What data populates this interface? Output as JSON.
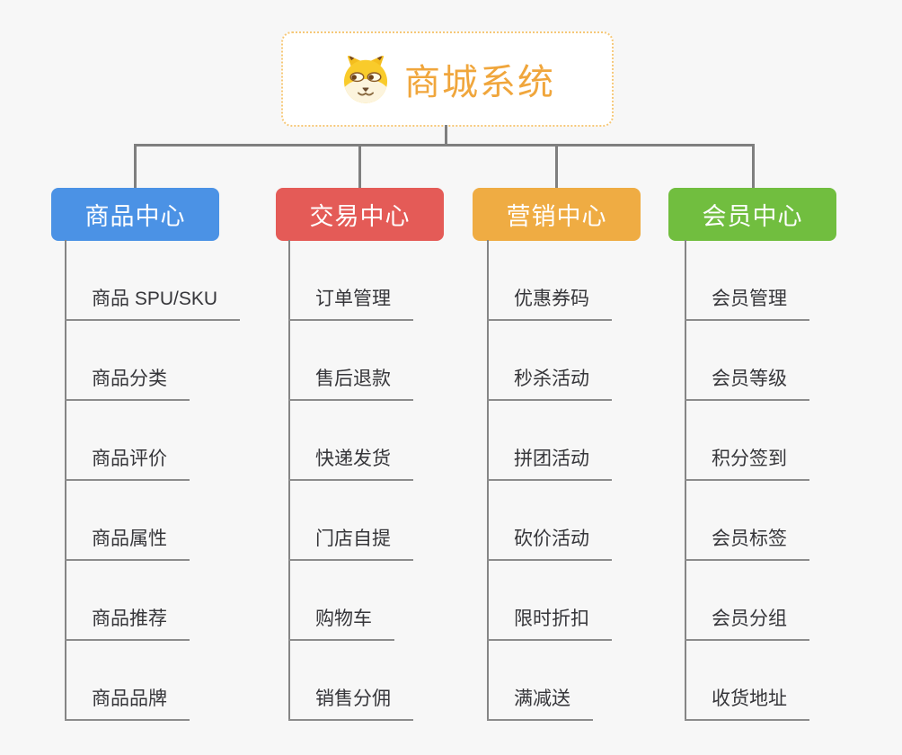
{
  "page": {
    "background_color": "#f7f7f7",
    "connector_color": "#7f7f7f"
  },
  "root": {
    "label": "商城系统",
    "icon": "shiba-dog-icon",
    "text_color": "#f0a63c",
    "border_color": "#f6c878",
    "background_color": "#ffffff"
  },
  "branches": [
    {
      "label": "商品中心",
      "color": "#4b92e5",
      "children": [
        "商品 SPU/SKU",
        "商品分类",
        "商品评价",
        "商品属性",
        "商品推荐",
        "商品品牌"
      ]
    },
    {
      "label": "交易中心",
      "color": "#e45b57",
      "children": [
        "订单管理",
        "售后退款",
        "快递发货",
        "门店自提",
        "购物车",
        "销售分佣"
      ]
    },
    {
      "label": "营销中心",
      "color": "#efac43",
      "children": [
        "优惠券码",
        "秒杀活动",
        "拼团活动",
        "砍价活动",
        "限时折扣",
        "满减送"
      ]
    },
    {
      "label": "会员中心",
      "color": "#71be3f",
      "children": [
        "会员管理",
        "会员等级",
        "积分签到",
        "会员标签",
        "会员分组",
        "收货地址"
      ]
    }
  ]
}
